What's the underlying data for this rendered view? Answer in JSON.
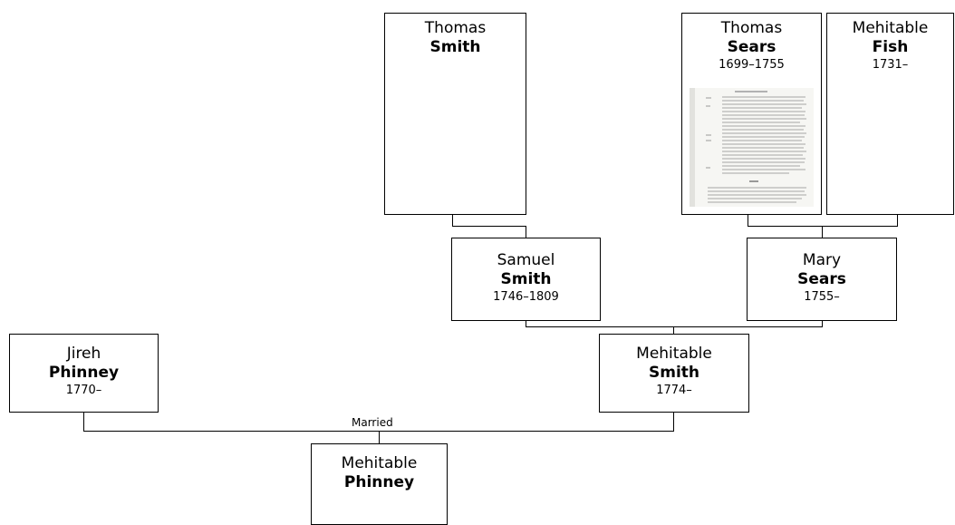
{
  "people": {
    "thomas_smith": {
      "given": "Thomas",
      "surname": "Smith",
      "dates": ""
    },
    "thomas_sears": {
      "given": "Thomas",
      "surname": "Sears",
      "dates": "1699–1755"
    },
    "mehitable_fish": {
      "given": "Mehitable",
      "surname": "Fish",
      "dates": "1731–"
    },
    "samuel_smith": {
      "given": "Samuel",
      "surname": "Smith",
      "dates": "1746–1809"
    },
    "mary_sears": {
      "given": "Mary",
      "surname": "Sears",
      "dates": "1755–"
    },
    "jireh_phinney": {
      "given": "Jireh",
      "surname": "Phinney",
      "dates": "1770–"
    },
    "mehitable_smith": {
      "given": "Mehitable",
      "surname": "Smith",
      "dates": "1774–"
    },
    "mehitable_phinney": {
      "given": "Mehitable",
      "surname": "Phinney",
      "dates": ""
    }
  },
  "connector_labels": {
    "married": "Married"
  }
}
